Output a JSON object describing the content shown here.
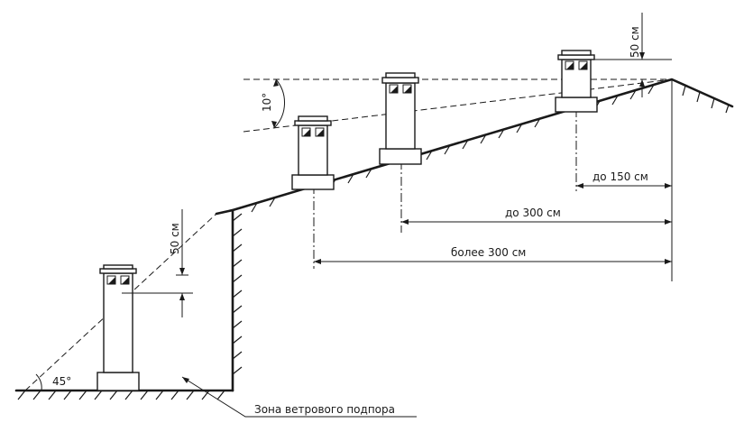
{
  "labels": {
    "dim_50_top": "50 см",
    "dim_50_left": "50 см",
    "angle_10": "10°",
    "angle_45": "45°",
    "dist_150": "до 150 см",
    "dist_300": "до 300 см",
    "dist_more_300": "более 300 см",
    "wind_zone": "Зона ветрового подпора"
  }
}
